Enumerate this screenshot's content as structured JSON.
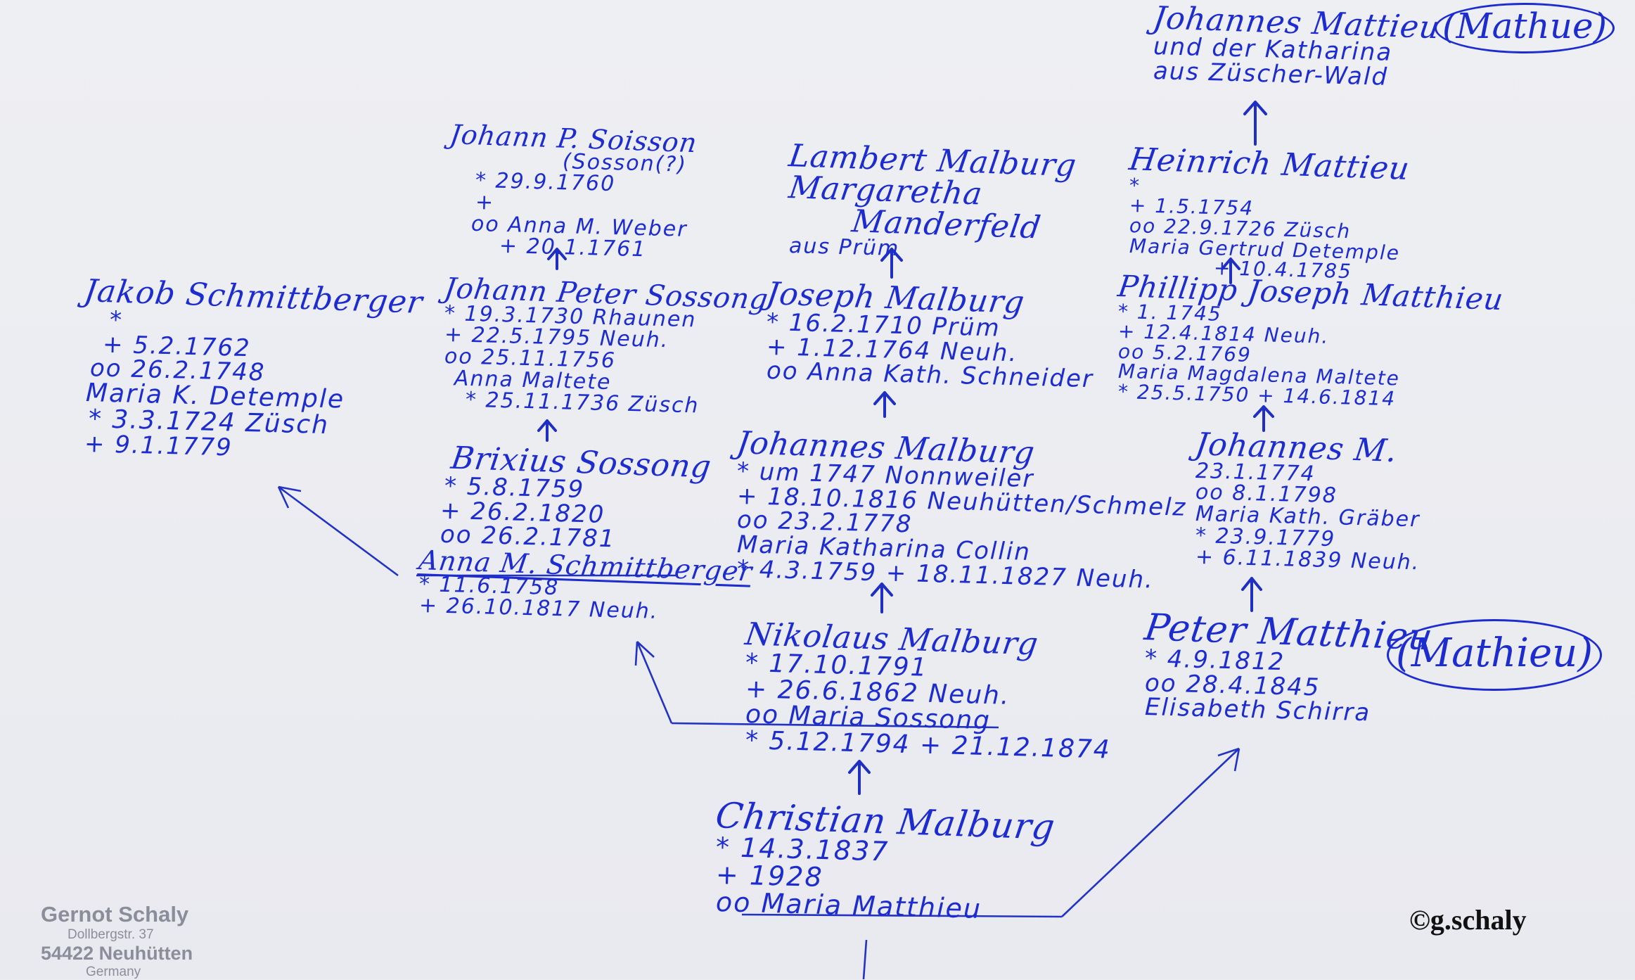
{
  "chart_title": "",
  "people": {
    "johannes_mattieu_top": {
      "name": "Johannes Mattieu",
      "lines": [
        "und der Katharina",
        "aus Züscher-Wald"
      ],
      "alias": "(Mathue)"
    },
    "heinrich_mattieu": {
      "name": "Heinrich Mattieu",
      "lines": [
        "*",
        "+ 1.5.1754",
        "oo 22.9.1726 Züsch",
        "Maria Gertrud Detemple",
        "+ 10.4.1785"
      ]
    },
    "phillipp_joseph_matthieu": {
      "name": "Phillipp Joseph Matthieu",
      "lines": [
        "* 1. 1745",
        "+ 12.4.1814 Neuh.",
        "oo 5.2.1769",
        "Maria Magdalena Maltete",
        "* 25.5.1750 + 14.6.1814"
      ]
    },
    "johannes_m": {
      "name": "Johannes M.",
      "lines": [
        "23.1.1774",
        "oo 8.1.1798",
        "Maria Kath. Gräber",
        "* 23.9.1779",
        "+ 6.11.1839 Neuh."
      ]
    },
    "peter_matthieu": {
      "name": "Peter Matthieu",
      "alias": "(Mathieu)",
      "lines": [
        "* 4.9.1812",
        "oo 28.4.1845",
        "Elisabeth Schirra"
      ]
    },
    "lambert_malburg": {
      "name": "Lambert Malburg",
      "lines": [
        "Margaretha",
        "Manderfeld",
        "aus Prüm"
      ]
    },
    "joseph_malburg": {
      "name": "Joseph Malburg",
      "lines": [
        "* 16.2.1710 Prüm",
        "+ 1.12.1764 Neuh.",
        "oo Anna Kath. Schneider"
      ]
    },
    "johannes_malburg": {
      "name": "Johannes Malburg",
      "lines": [
        "* um 1747 Nonnweiler",
        "+ 18.10.1816 Neuhütten/Schmelz",
        "oo 23.2.1778",
        "Maria Katharina Collin",
        "* 4.3.1759 + 18.11.1827 Neuh."
      ]
    },
    "nikolaus_malburg": {
      "name": "Nikolaus Malburg",
      "lines": [
        "* 17.10.1791",
        "+ 26.6.1862 Neuh.",
        "oo Maria Sossong",
        "* 5.12.1794 + 21.12.1874"
      ]
    },
    "christian_malburg": {
      "name": "Christian Malburg",
      "lines": [
        "* 14.3.1837",
        "+ 1928",
        "oo Maria Matthieu"
      ]
    },
    "johann_p_soisson": {
      "name": "Johann P. Soisson",
      "lines": [
        "(Sosson(?)",
        "* 29.9.1760",
        "+",
        "oo Anna M. Weber",
        "+ 20.1.1761"
      ]
    },
    "johann_peter_sossong": {
      "name": "Johann Peter Sossong",
      "lines": [
        "* 19.3.1730 Rhaunen",
        "+ 22.5.1795 Neuh.",
        "oo 25.11.1756",
        "Anna Maltete",
        "* 25.11.1736 Züsch"
      ]
    },
    "brixius_sossong": {
      "name": "Brixius Sossong",
      "lines": [
        "* 5.8.1759",
        "+ 26.2.1820",
        "oo 26.2.1781",
        "Anna M. Schmittberger",
        "* 11.6.1758",
        "+ 26.10.1817 Neuh."
      ]
    },
    "jakob_schmittberger": {
      "name": "Jakob Schmittberger",
      "lines": [
        "*",
        "+ 5.2.1762",
        "oo 26.2.1748",
        "Maria K. Detemple",
        "* 3.3.1724 Züsch",
        "+ 9.1.1779"
      ]
    }
  },
  "stamp": {
    "name": "Gernot Schaly",
    "street": "Dollbergstr. 37",
    "city": "54422 Neuhütten",
    "country": "Germany"
  },
  "copyright": "©g.schaly",
  "colors": {
    "ink": "#1d2ccf",
    "paper": "#ecedf1",
    "stamp": "#7b7f8c"
  }
}
